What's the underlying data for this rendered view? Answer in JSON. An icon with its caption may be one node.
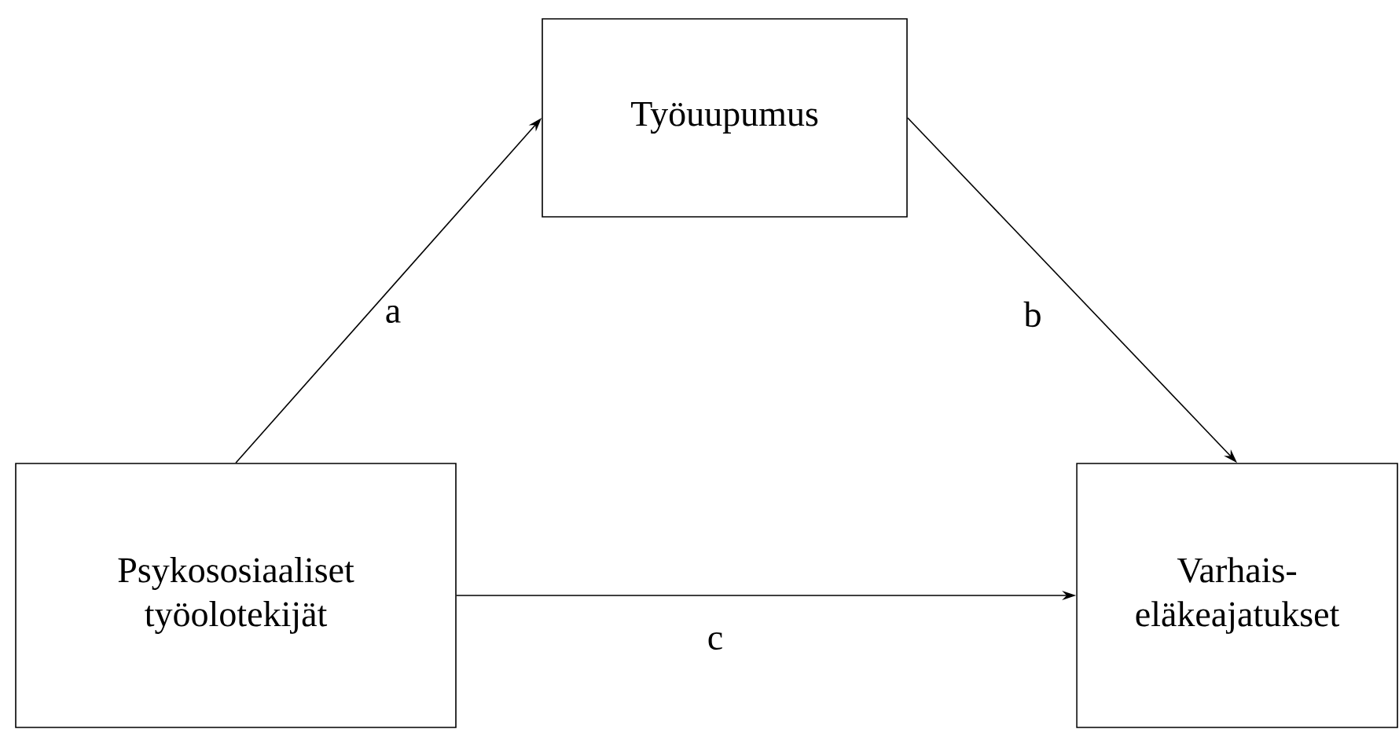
{
  "diagram": {
    "nodes": [
      {
        "text": [
          "Psykososiaaliset työolotekijät"
        ]
      },
      {
        "text": [
          "Työuupumus"
        ]
      },
      {
        "text": [
          "Varhais- eläkeajatukset"
        ]
      }
    ],
    "edges": [
      {
        "from": 0,
        "to": 1,
        "arrow": "to",
        "label": "a"
      },
      {
        "from": 1,
        "to": 2,
        "arrow": "to",
        "label": "b"
      },
      {
        "from": 0,
        "to": 2,
        "arrow": "to",
        "label": "c"
      }
    ]
  }
}
